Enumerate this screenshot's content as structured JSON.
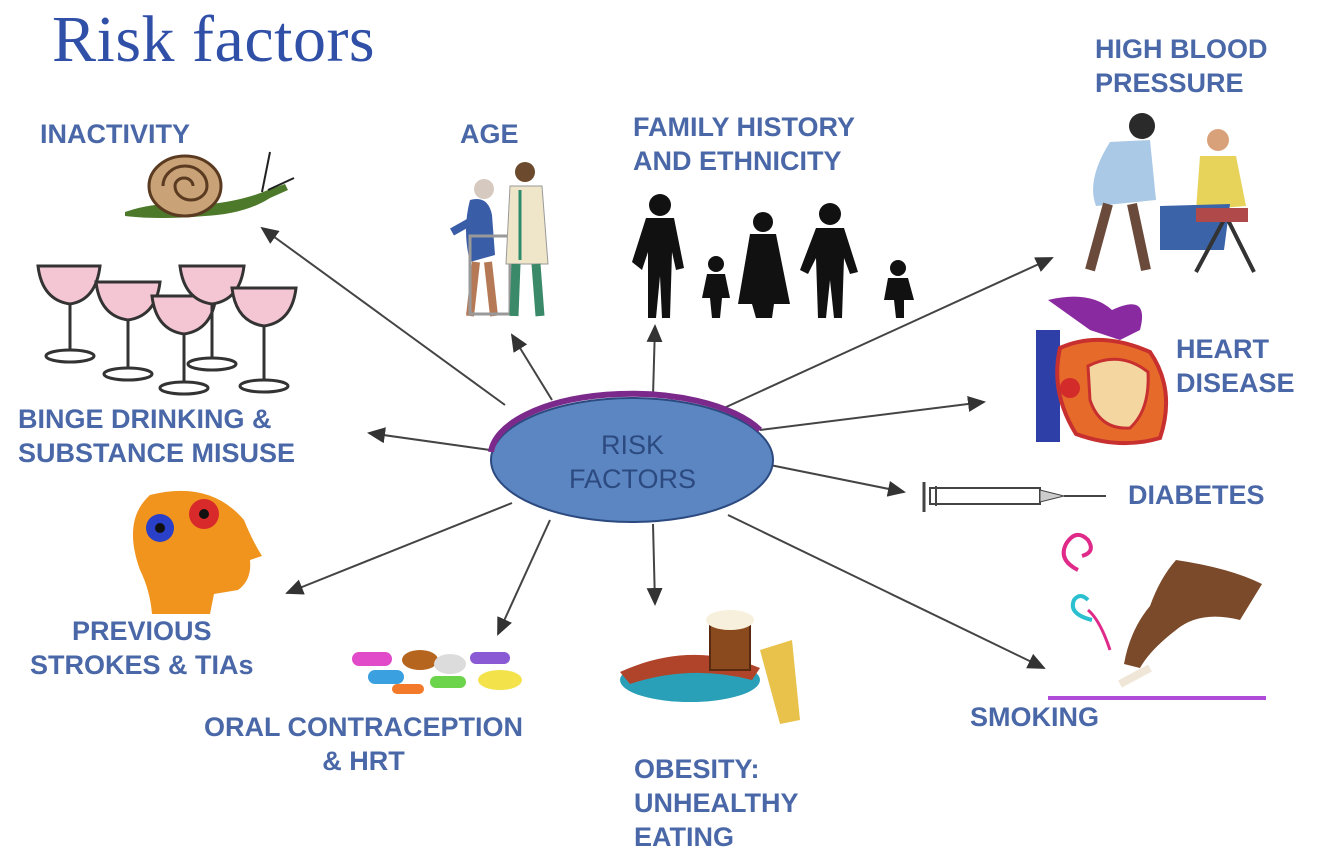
{
  "title": "Risk factors",
  "center_label": "RISK\nFACTORS",
  "labels": {
    "inactivity": "INACTIVITY",
    "age": "AGE",
    "family_history": "FAMILY HISTORY\nAND ETHNICITY",
    "high_blood_pressure": "HIGH BLOOD\nPRESSURE",
    "heart_disease": "HEART\nDISEASE",
    "diabetes": "DIABETES",
    "smoking": "SMOKING",
    "obesity": "OBESITY:\nUNHEALTHY\nEATING",
    "oral_contraception": "ORAL CONTRACEPTION\n& HRT",
    "previous_strokes": "PREVIOUS\nSTROKES & TIAs",
    "binge_drinking": "BINGE DRINKING &\nSUBSTANCE MISUSE"
  },
  "colors": {
    "title": "#3050a8",
    "label": "#4a68a8",
    "ellipse_fill": "#5b86c2",
    "ellipse_stroke": "#2c4a80",
    "ellipse_accent": "#7b2a8c"
  }
}
